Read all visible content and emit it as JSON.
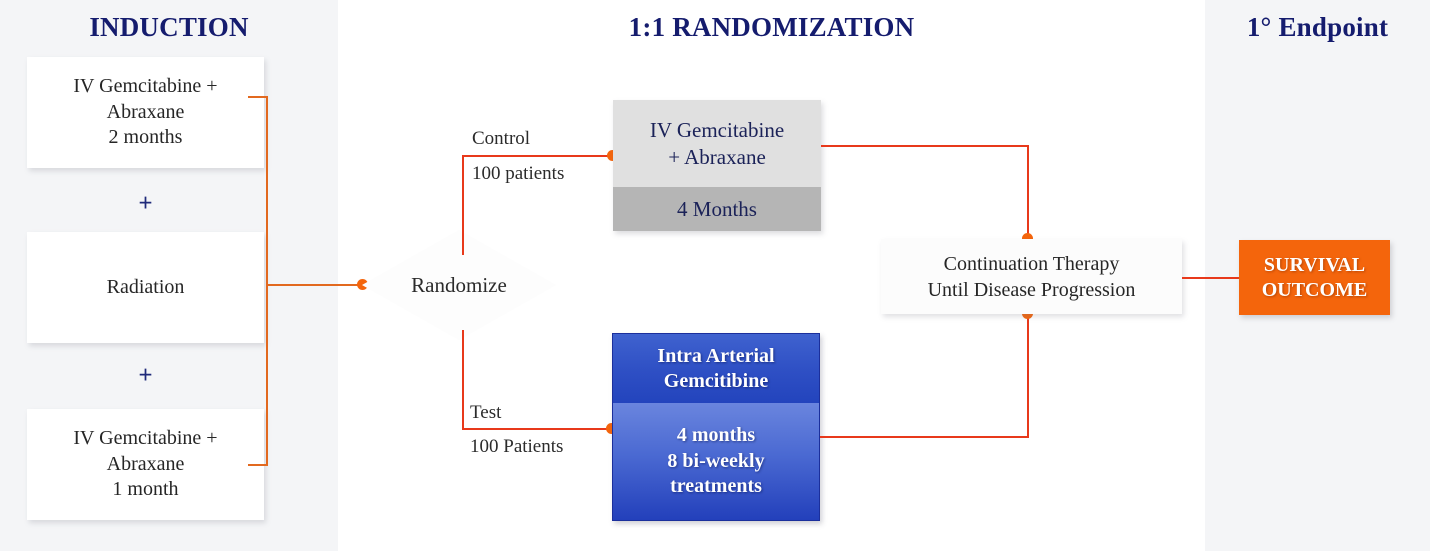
{
  "columns": {
    "induction_title": "INDUCTION",
    "randomization_title": "1:1 RANDOMIZATION",
    "endpoint_title": "1° Endpoint"
  },
  "induction": {
    "step1": "IV Gemcitabine +\nAbraxane\n2 months",
    "plus1": "+",
    "step2": "Radiation",
    "plus2": "+",
    "step3": "IV Gemcitabine +\nAbraxane\n1 month"
  },
  "randomize": {
    "node_label": "Randomize"
  },
  "arms": {
    "control": {
      "label": "Control",
      "patients": "100 patients",
      "treatment": "IV Gemcitabine\n+ Abraxane",
      "duration": "4 Months"
    },
    "test": {
      "label": "Test",
      "patients": "100 Patients",
      "treatment": "Intra Arterial\nGemcitibine",
      "duration": "4 months\n8 bi-weekly\ntreatments"
    }
  },
  "continuation": {
    "text": "Continuation Therapy\nUntil Disease Progression"
  },
  "outcome": {
    "text": "SURVIVAL\nOUTCOME"
  },
  "colors": {
    "heading_navy": "#151c6e",
    "connector_orange": "#e2691f",
    "arm_red": "#e8391b",
    "dot_orange": "#f4650c",
    "outcome_orange": "#f4650c",
    "control_box_top": "#e0e0e0",
    "control_box_bottom": "#b5b5b5",
    "test_box_top": "#2e4fc4",
    "test_box_bottom": "#4a69d2",
    "band_gray": "#f4f5f7"
  }
}
